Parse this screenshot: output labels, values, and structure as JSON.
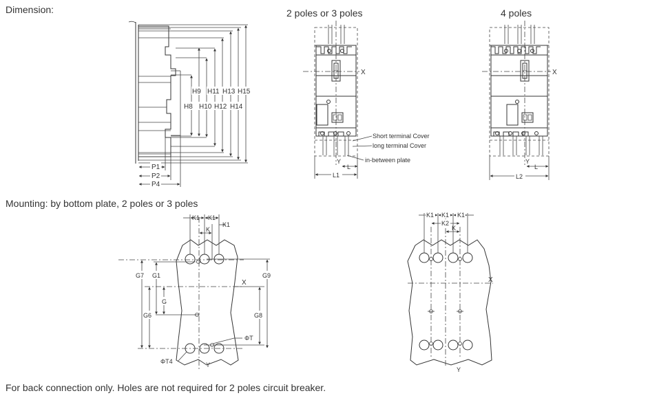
{
  "headings": {
    "dimension": "Dimension:",
    "poles_2_3": "2 poles or 3 poles",
    "poles_4": "4 poles",
    "mounting": "Mounting: by bottom plate, 2 poles or 3 poles",
    "footnote": "For back connection only. Holes are not required for 2 poles circuit breaker."
  },
  "side_view": {
    "heights": [
      "H8",
      "H9",
      "H10",
      "H11",
      "H12",
      "H13",
      "H14",
      "H15"
    ],
    "depths": [
      "P1",
      "P2",
      "P4"
    ]
  },
  "front_view_3p": {
    "axis_x": "X",
    "axis_y": "Y",
    "short_cover": "Short terminal Cover",
    "long_cover": "long terminal Cover",
    "between_plate": "in-between plate",
    "l": "L",
    "l1": "L1"
  },
  "front_view_4p": {
    "axis_x": "X",
    "axis_y": "Y",
    "l": "L",
    "l2": "L2"
  },
  "mounting_3p": {
    "k1a": "K1",
    "k1b": "K1",
    "k1c": "K1",
    "k": "K",
    "g": "G",
    "g1": "G1",
    "g6": "G6",
    "g7": "G7",
    "g8": "G8",
    "g9": "G9",
    "axis_x": "X",
    "axis_y": "Y",
    "phi_t": "ΦT",
    "phi_t4": "ΦT4"
  },
  "mounting_4p": {
    "k1a": "K1",
    "k1b": "K1",
    "k1c": "K1",
    "k2": "K2",
    "k": "K",
    "axis_x": "X",
    "axis_y": "Y"
  }
}
